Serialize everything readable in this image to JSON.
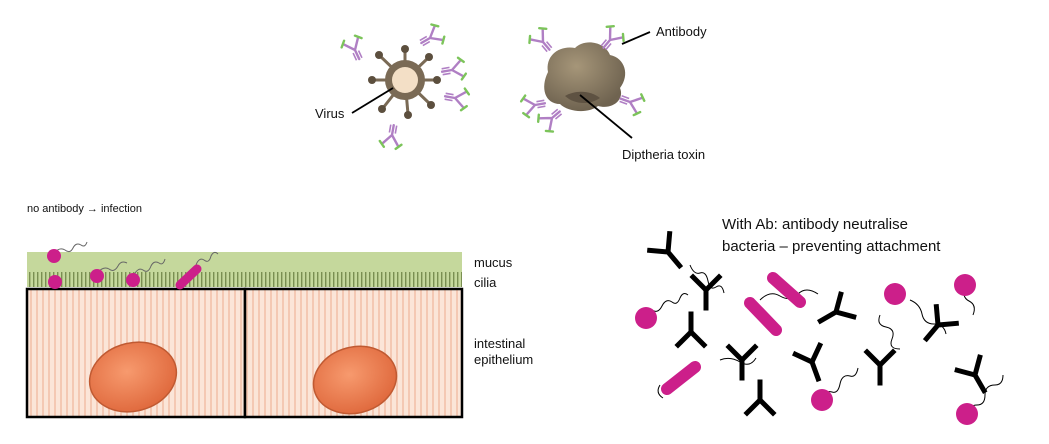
{
  "top_panel": {
    "virus_label": "Virus",
    "antibody_label": "Antibody",
    "toxin_label": "Diptheria toxin"
  },
  "left_panel": {
    "caption": "no antibody → infection",
    "mucus_label": "mucus",
    "cilia_label": "cilia",
    "epithelium_label_line1": "intestinal",
    "epithelium_label_line2": "epithelium"
  },
  "right_panel": {
    "caption_line1": "With Ab: antibody neutralise",
    "caption_line2": "bacteria – preventing attachment"
  },
  "colors": {
    "antibody_heavy": "#b07fc4",
    "antibody_light": "#7cc45a",
    "virus_body": "#7a6a55",
    "virus_core": "#f3dfc6",
    "toxin": "#8b7d66",
    "mucus": "#c5d89c",
    "cilia": "#7a8f52",
    "epithelium": "#f9dccb",
    "nucleus": "#e8744a",
    "bacteria": "#cc1f8a"
  }
}
